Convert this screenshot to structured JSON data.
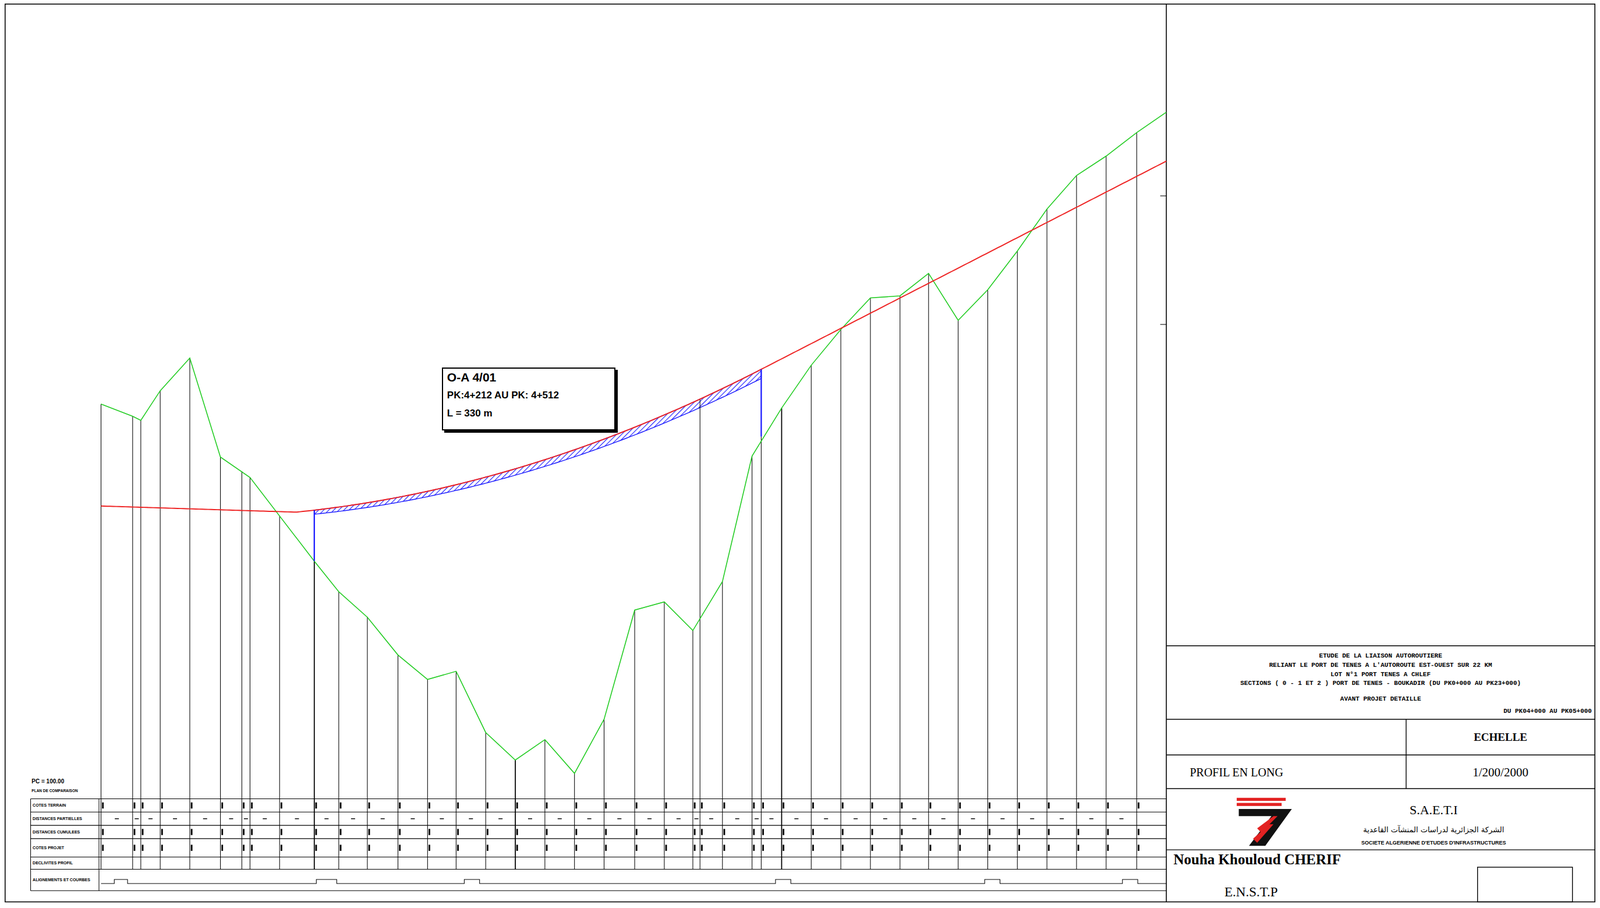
{
  "diagram": {
    "nodes": [
      {
        "text": [
          "O-A 4/01",
          "PK:4+212 AU PK: 4+512",
          "L = 330 m"
        ]
      },
      {
        "text": [
          "ETUDE DE LA LIAISON AUTOROUTIERE",
          "RELIANT LE PORT DE TENES A L'AUTOROUTE EST-OUEST SUR 22 KM",
          "LOT N°1 PORT TENES A CHLEF",
          "SECTIONS ( 0 - 1 ET 2 ) PORT DE TENES - BOUKADIR (DU PK0+000 AU PK23+000)",
          "AVANT PROJET DETAILLE",
          "DU PK04+000 AU PK05+000"
        ]
      },
      {
        "text": [
          "ECHELLE"
        ]
      },
      {
        "text": [
          "PROFIL EN LONG"
        ]
      },
      {
        "text": [
          "1/200/2000"
        ]
      },
      {
        "text": [
          "S.A.E.T.I",
          "الشركة الجزائرية لدراسات المنشآت القاعدية",
          "SOCIETE ALGERIENNE D'ETUDES D'INFRASTRUCTURES"
        ]
      },
      {
        "text": [
          "Nouha Khouloud CHERIF",
          "E.N.S.T.P"
        ]
      }
    ],
    "labels": [
      "PC = 100.00",
      "PLAN DE COMPARAISON",
      "COTES TERRAIN",
      "DISTANCES PARTIELLES",
      "DISTANCES CUMULEES",
      "COTES PROJET",
      "DECLIVITES PROFIL",
      "ALIGNEMENTS ET COURBES"
    ]
  }
}
